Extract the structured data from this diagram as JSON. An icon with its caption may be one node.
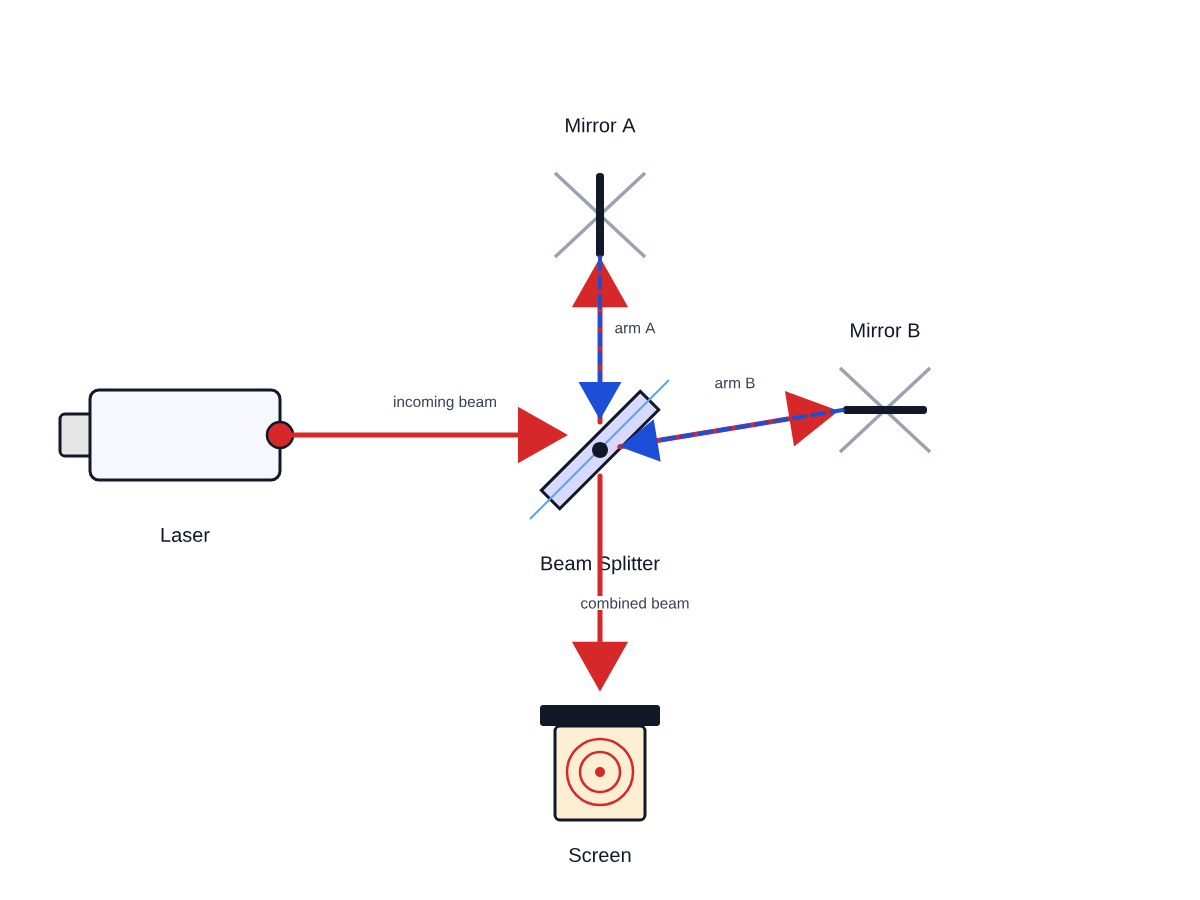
{
  "diagram": {
    "nodes": [
      {
        "text": [
          "Laser"
        ]
      },
      {
        "text": [
          "Beam Splitter"
        ]
      },
      {
        "text": [
          "Mirror A"
        ]
      },
      {
        "text": [
          "Mirror B"
        ]
      },
      {
        "text": [
          "Screen"
        ]
      }
    ],
    "edges": [
      {
        "from": 0,
        "to": 1,
        "arrow": "to",
        "label": "incoming beam"
      },
      {
        "from": 1,
        "to": 2,
        "arrow": "to",
        "label": "arm A"
      },
      {
        "from": 2,
        "to": 1,
        "arrow": "to",
        "style": "dashed",
        "color": "#1d4ed8"
      },
      {
        "from": 1,
        "to": 3,
        "arrow": "to",
        "label": "arm B"
      },
      {
        "from": 3,
        "to": 1,
        "arrow": "to",
        "style": "dashed",
        "color": "#1d4ed8"
      },
      {
        "from": 1,
        "to": 4,
        "arrow": "to",
        "label": "combined beam"
      }
    ]
  }
}
